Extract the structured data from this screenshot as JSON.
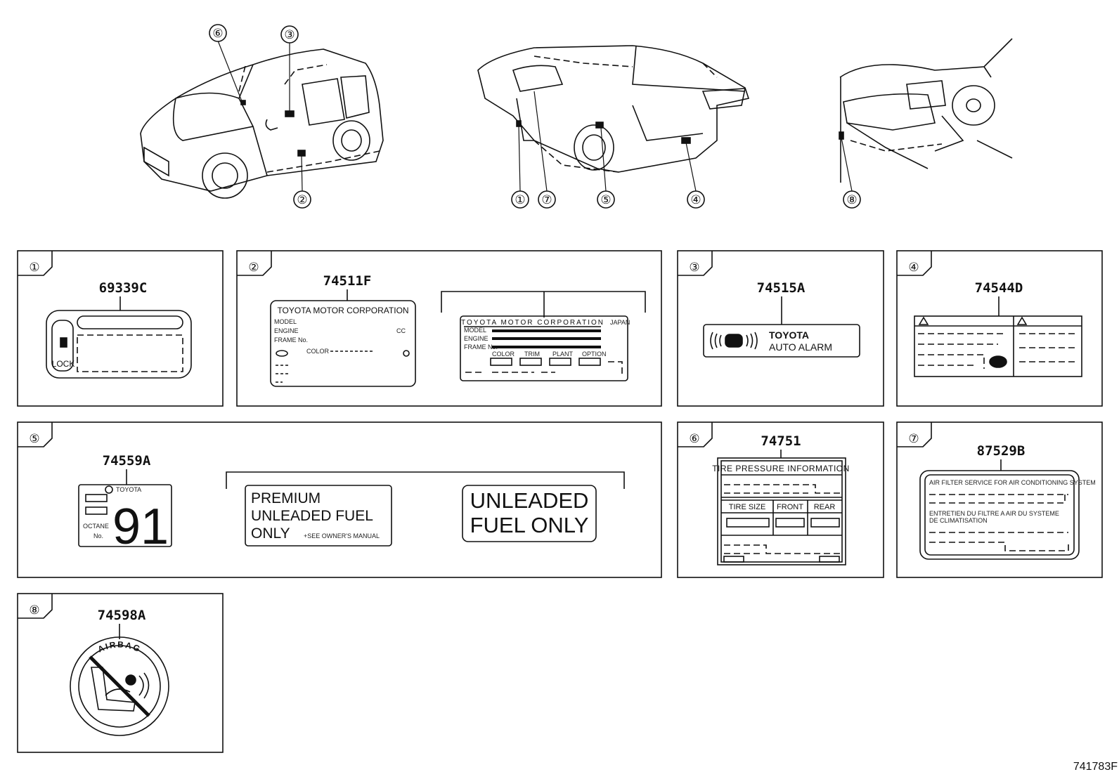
{
  "callout_numbers": [
    "①",
    "②",
    "③",
    "④",
    "⑤",
    "⑥",
    "⑦",
    "⑧"
  ],
  "diagram_code": "741783F",
  "panels": [
    {
      "num": "①",
      "part": "69339C",
      "text": [
        "LOCK"
      ]
    },
    {
      "num": "②",
      "part": "74511F",
      "text": [
        "TOYOTA MOTOR CORPORATION",
        "TOYOTA MOTOR CORPORATION",
        "MODEL",
        "ENGINE",
        "FRAME No.",
        "COLOR",
        "TRIM",
        "PLANT",
        "OPTION",
        "JAPAN",
        "CC"
      ]
    },
    {
      "num": "③",
      "part": "74515A",
      "text": [
        "TOYOTA",
        "AUTO ALARM"
      ]
    },
    {
      "num": "④",
      "part": "74544D",
      "text": []
    },
    {
      "num": "⑤",
      "part": "74559A",
      "text": [
        "TOYOTA",
        "OCTANE",
        "No.",
        "91",
        "PREMIUM",
        "UNLEADED FUEL",
        "ONLY",
        "+SEE OWNER'S MANUAL",
        "UNLEADED",
        "FUEL ONLY"
      ]
    },
    {
      "num": "⑥",
      "part": "74751",
      "text": [
        "TIRE PRESSURE INFORMATION",
        "TIRE SIZE",
        "FRONT",
        "REAR"
      ]
    },
    {
      "num": "⑦",
      "part": "87529B",
      "text": [
        "AIR FILTER SERVICE FOR AIR CONDITIONING SYSTEM",
        "ENTRETIEN DU FILTRE A AIR DU SYSTEME",
        "DE CLIMATISATION"
      ]
    },
    {
      "num": "⑧",
      "part": "74598A",
      "text": [
        "AIRBAG"
      ]
    }
  ]
}
